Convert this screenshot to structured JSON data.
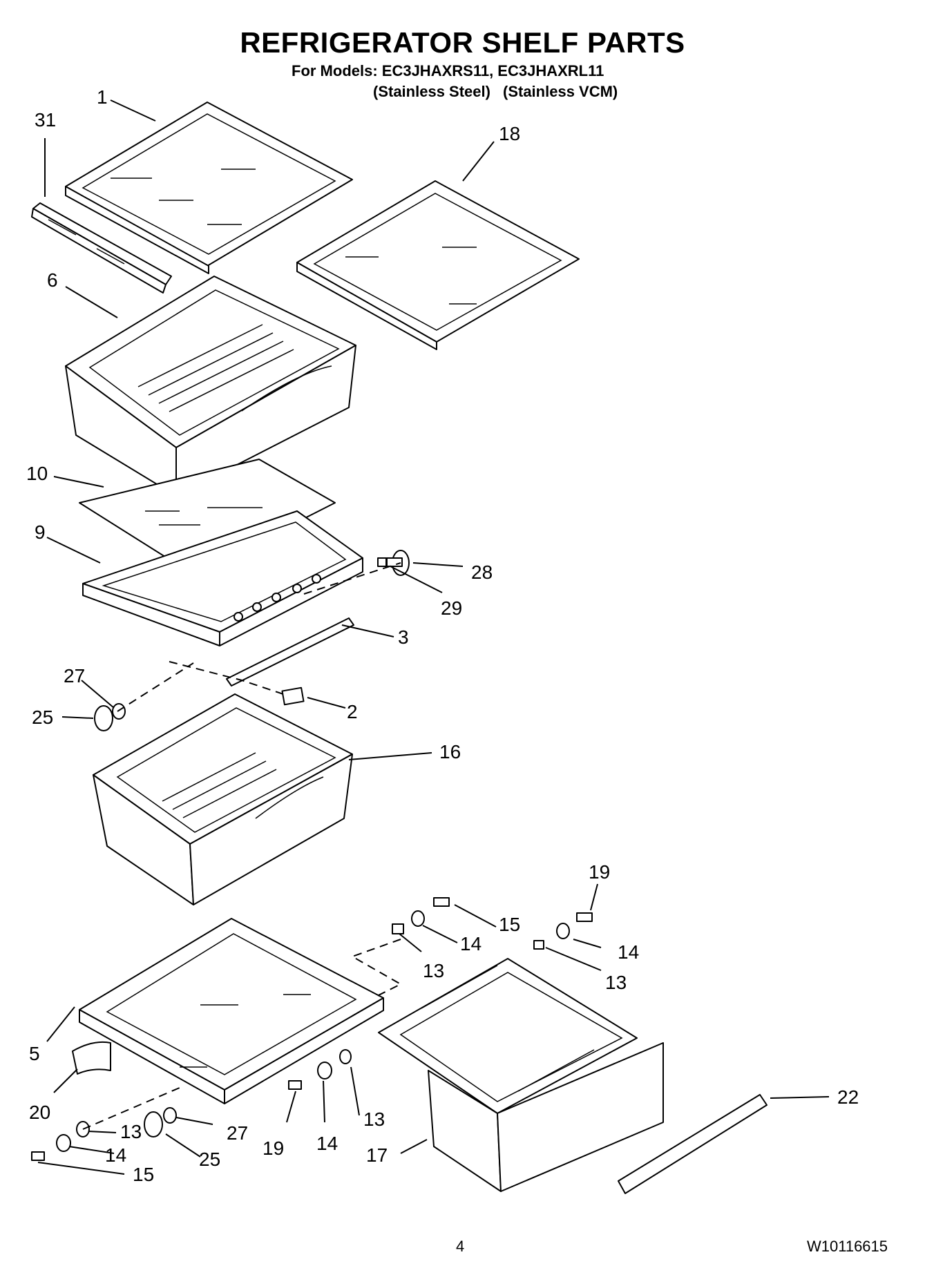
{
  "header": {
    "title": "REFRIGERATOR SHELF PARTS",
    "models_line": "For Models: EC3JHAXRS11, EC3JHAXRL11",
    "variants": [
      "(Stainless Steel)",
      "(Stainless VCM)"
    ]
  },
  "callouts": [
    "1",
    "31",
    "18",
    "6",
    "10",
    "9",
    "28",
    "29",
    "3",
    "27",
    "25",
    "2",
    "16",
    "19",
    "15",
    "14",
    "13",
    "14",
    "13",
    "5",
    "20",
    "13",
    "27",
    "25",
    "14",
    "15",
    "19",
    "14",
    "13",
    "17",
    "22"
  ],
  "parts_shown": [
    "1",
    "2",
    "3",
    "5",
    "6",
    "9",
    "10",
    "13",
    "14",
    "15",
    "16",
    "17",
    "18",
    "19",
    "20",
    "22",
    "25",
    "27",
    "28",
    "29",
    "31"
  ],
  "footer": {
    "page_number": "4",
    "doc_id": "W10116615"
  }
}
